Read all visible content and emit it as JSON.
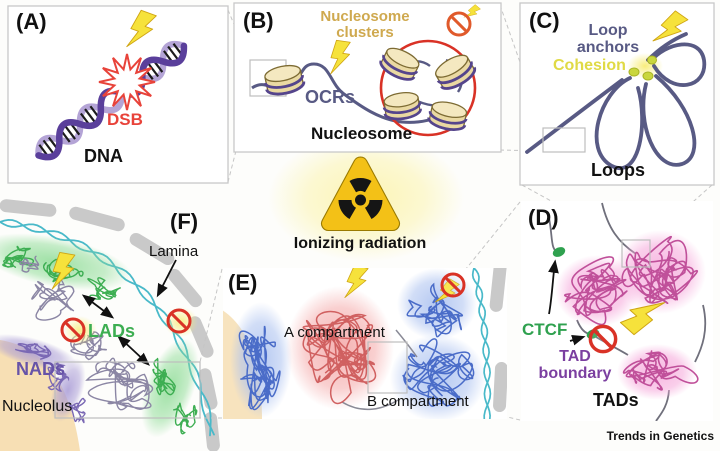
{
  "figure": {
    "journal": "Trends in Genetics",
    "center_label": "Ionizing radiation"
  },
  "panels": {
    "a": {
      "tag": "(A)",
      "caption": "DNA",
      "labels": {
        "dsb": "DSB"
      }
    },
    "b": {
      "tag": "(B)",
      "caption": "Nucleosome",
      "labels": {
        "clusters": "Nucleosome clusters",
        "ocrs": "OCRs"
      }
    },
    "c": {
      "tag": "(C)",
      "caption": "Loops",
      "labels": {
        "anchors": "Loop anchors",
        "cohesion": "Cohesion"
      }
    },
    "d": {
      "tag": "(D)",
      "caption": "TADs",
      "labels": {
        "ctcf": "CTCF",
        "boundary": "TAD boundary"
      }
    },
    "e": {
      "tag": "(E)",
      "labels": {
        "a_compartment": "A compartment",
        "b_compartment": "B compartment"
      }
    },
    "f": {
      "tag": "(F)",
      "labels": {
        "lamina": "Lamina",
        "lads": "LADs",
        "nads": "NADs",
        "nucleolus": "Nucleolus"
      }
    }
  },
  "colors": {
    "accent_red": "#d93226",
    "ban_orange": "#e05a2b",
    "bolt_yellow": "#f6e23b",
    "strand_purple": "#585a84",
    "nucleosome_tan": "#ead9a2",
    "tad_pink": "#c0509a",
    "ctcf_green": "#2fa14f",
    "lads_green": "#3dae52",
    "nads_purple": "#6753a8",
    "comp_a_red": "#d06060",
    "comp_b_blue": "#4a6cc8",
    "envelope_teal": "#49b9c9",
    "lamina_gray": "#c9c9c9",
    "trefoil_yellow": "#f3c117",
    "label_tan": "#cfa94f",
    "cohesion_yellow": "#e0da45",
    "boundary_purple": "#7b3fa0",
    "dsb_red": "#e8433a"
  }
}
